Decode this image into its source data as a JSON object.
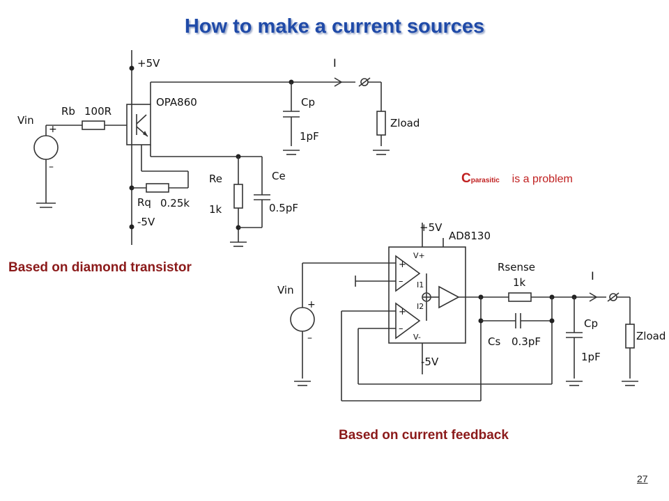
{
  "title": "How to make a current sources",
  "captions": {
    "diamond": "Based on diamond transistor",
    "current_feedback": "Based on current feedback"
  },
  "cparasitic": {
    "c": "C",
    "sub": "parasitic",
    "rest": "is a problem"
  },
  "page_number": "27",
  "circuit1": {
    "supply_pos": "+5V",
    "supply_neg": "-5V",
    "current": "I",
    "vin": "Vin",
    "rb": "Rb",
    "rb_value": "100R",
    "ic": "OPA860",
    "cp": "Cp",
    "cp_value": "1pF",
    "zload": "Zload",
    "re": "Re",
    "re_value": "1k",
    "ce": "Ce",
    "ce_value": "0.5pF",
    "rq": "Rq",
    "rq_value": "0.25k"
  },
  "circuit2": {
    "supply_pos": "+5V",
    "supply_neg": "-5V",
    "ic": "AD8130",
    "vplus": "V+",
    "vminus": "V-",
    "i1": "I1",
    "i2": "I2",
    "vin": "Vin",
    "rsense": "Rsense",
    "rsense_value": "1k",
    "current": "I",
    "cs": "Cs",
    "cs_value": "0.3pF",
    "cp": "Cp",
    "cp_value": "1pF",
    "zload": "Zload"
  }
}
